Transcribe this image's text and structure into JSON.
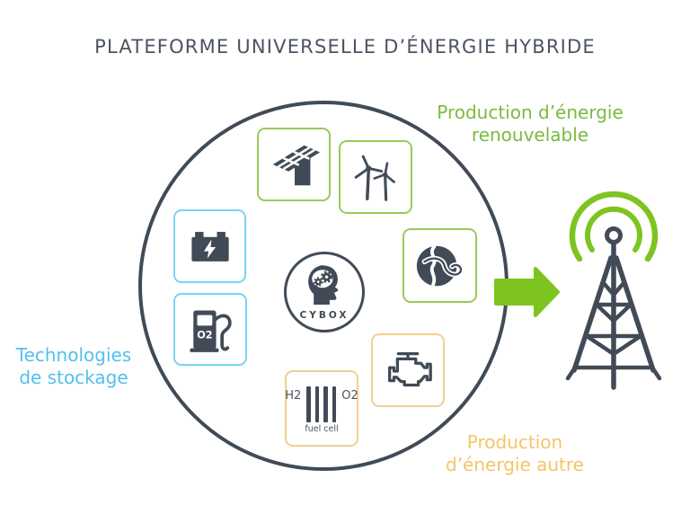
{
  "title": "PLATEFORME UNIVERSELLE D’ÉNERGIE HYBRIDE",
  "legend": {
    "renewable": {
      "line1": "Production d’énergie",
      "line2": "renouvelable"
    },
    "storage": {
      "line1": "Technologies",
      "line2": "de stockage"
    },
    "other": {
      "line1": "Production",
      "line2": "d’énergie autre"
    }
  },
  "hub": {
    "label": "CYBOX"
  },
  "icons": {
    "fuel_pump_text": "O2",
    "fuel_cell": {
      "left": "H2",
      "right": "O2",
      "caption": "fuel cell"
    },
    "names": [
      "solar-panel-icon",
      "wind-turbines-icon",
      "car-battery-icon",
      "fuel-pump-icon",
      "globe-wind-icon",
      "engine-icon",
      "fuel-cell-icon",
      "brain-head-icon",
      "arrow-right-icon",
      "signal-waves-icon",
      "transmission-tower-icon"
    ]
  },
  "colors": {
    "dark_slate": "#414b57",
    "title_text": "#4b5362",
    "green_text": "#7cba3f",
    "green_bright": "#7dc421",
    "green_border": "#9bc95c",
    "blue_text": "#54bfef",
    "blue_border": "#7dd2f4",
    "yellow_text": "#f5c469",
    "yellow_border": "#f3cf8e",
    "background": "#ffffff"
  }
}
